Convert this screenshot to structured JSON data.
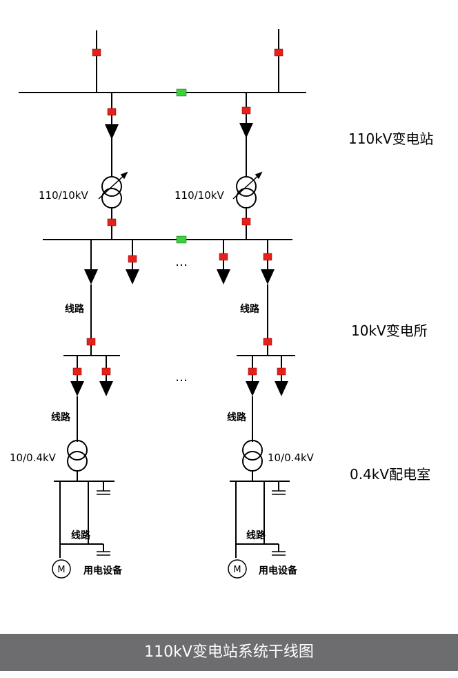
{
  "diagram": {
    "levels": {
      "substation_110kv": "110kV变电站",
      "substation_10kv": "10kV变电所",
      "distribution_04kv": "0.4kV配电室"
    },
    "transformer_labels": {
      "main_left": "110/10kV",
      "main_right": "110/10kV",
      "dist_left": "10/0.4kV",
      "dist_right": "10/0.4kV"
    },
    "line_label": "线路",
    "equipment_label": "用电设备",
    "motor_symbol": "M",
    "ellipsis": "…",
    "colors": {
      "breaker": "#e8201a",
      "bus_tie": "#3ad13a",
      "line": "#000000",
      "footer_bg": "#6d6d6f"
    }
  },
  "footer": {
    "title": "110kV变电站系统干线图"
  }
}
